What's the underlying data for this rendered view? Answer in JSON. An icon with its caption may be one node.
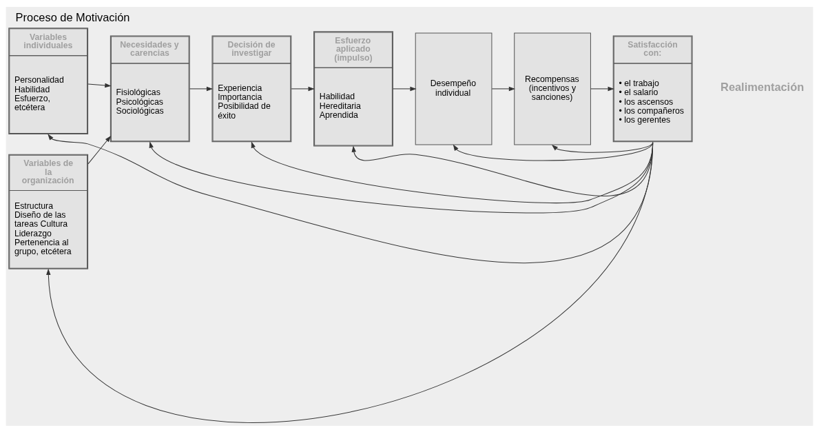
{
  "diagram": {
    "title": "Proceso de Motivación",
    "nodes": [
      {
        "text": [
          "Variables individuales",
          "Personalidad Habilidad Esfuerzo, etcétera"
        ]
      },
      {
        "text": [
          "Variables de la organización",
          "Estructura Diseño de las tareas Cultura Liderazgo Pertenencia al grupo, etcétera"
        ]
      },
      {
        "text": [
          "Necesidades y carencias",
          "Fisiológicas Psicológicas Sociológicas"
        ]
      },
      {
        "text": [
          "Decisión de investigar",
          "Experiencia Importancia Posibilidad de éxito"
        ]
      },
      {
        "text": [
          "Esfuerzo aplicado (impulso)",
          "Habilidad Hereditaria Aprendida"
        ]
      },
      {
        "text": [
          "Desempeño individual"
        ]
      },
      {
        "text": [
          "Recompensas (incentivos y sanciones)"
        ]
      },
      {
        "text": [
          "Satisfacción con:",
          "• el trabajo",
          "• el salario",
          "• los ascensos",
          "• los compañeros",
          "• los gerentes"
        ]
      }
    ],
    "edges": [
      {
        "from": 0,
        "to": 2,
        "arrow": "to"
      },
      {
        "from": 1,
        "to": 2,
        "arrow": "to"
      },
      {
        "from": 2,
        "to": 3,
        "arrow": "to"
      },
      {
        "from": 3,
        "to": 4,
        "arrow": "to"
      },
      {
        "from": 4,
        "to": 5,
        "arrow": "to"
      },
      {
        "from": 5,
        "to": 6,
        "arrow": "to"
      },
      {
        "from": 6,
        "to": 7,
        "arrow": "to"
      },
      {
        "from": 7,
        "to": 0,
        "arrow": "to"
      },
      {
        "from": 7,
        "to": 1,
        "arrow": "to"
      },
      {
        "from": 7,
        "to": 2,
        "arrow": "to"
      },
      {
        "from": 7,
        "to": 3,
        "arrow": "to"
      },
      {
        "from": 7,
        "to": 4,
        "arrow": "to"
      },
      {
        "from": 7,
        "to": 5,
        "arrow": "to"
      },
      {
        "from": 7,
        "to": 6,
        "arrow": "to"
      }
    ],
    "labels": [
      "Realimentación"
    ]
  }
}
